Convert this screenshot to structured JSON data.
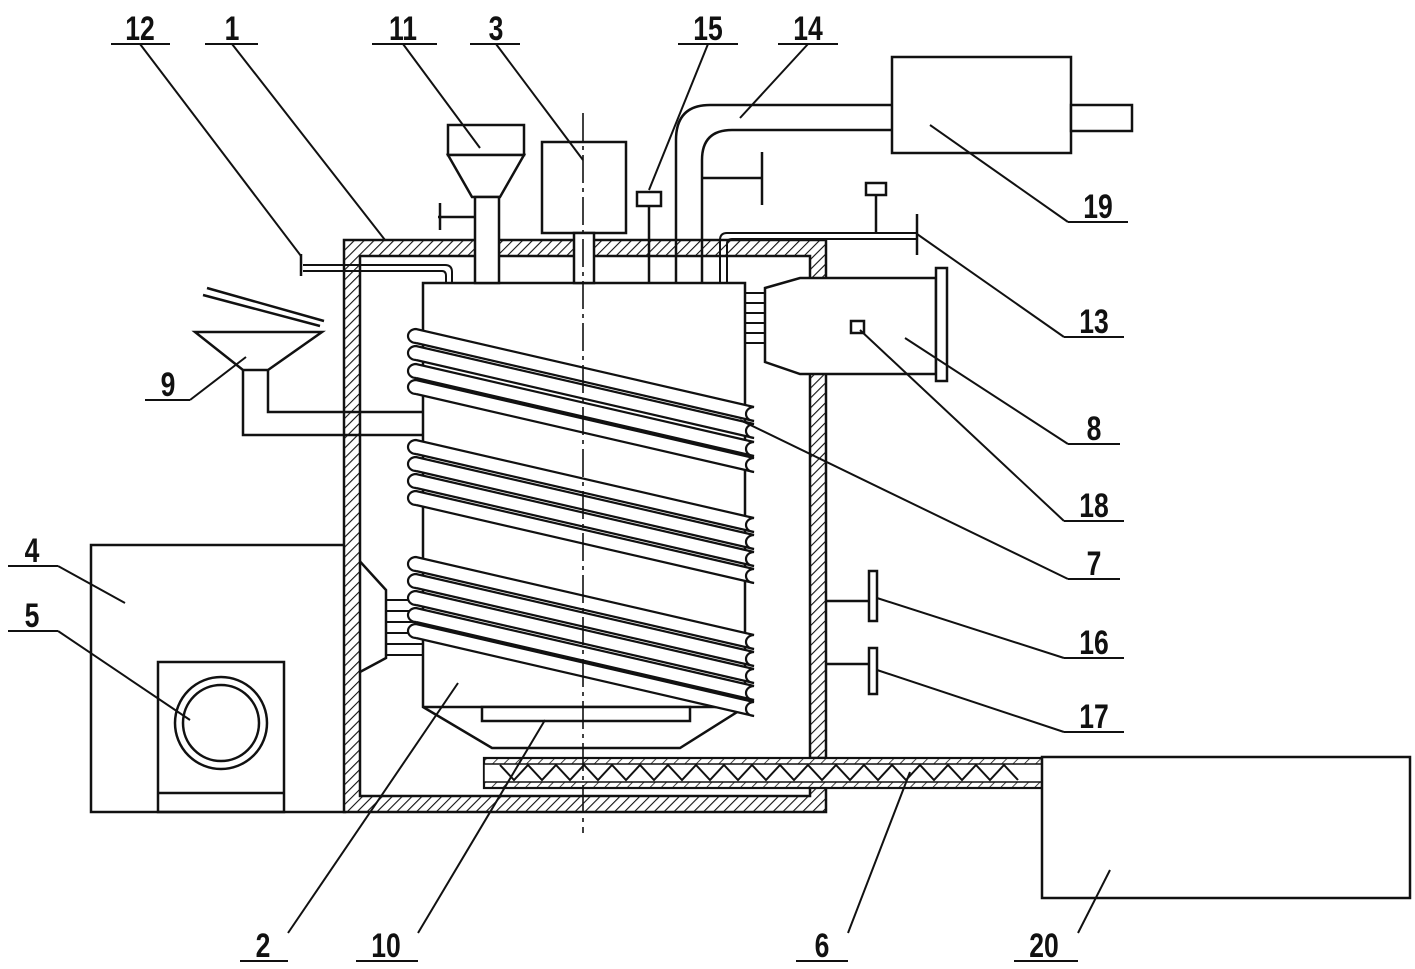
{
  "labels": [
    "1",
    "2",
    "3",
    "4",
    "5",
    "6",
    "7",
    "8",
    "9",
    "10",
    "11",
    "12",
    "13",
    "14",
    "15",
    "16",
    "17",
    "18",
    "19",
    "20"
  ],
  "colors": {
    "ink": "#111111",
    "background": "#ffffff"
  },
  "hatch": "diagonal"
}
